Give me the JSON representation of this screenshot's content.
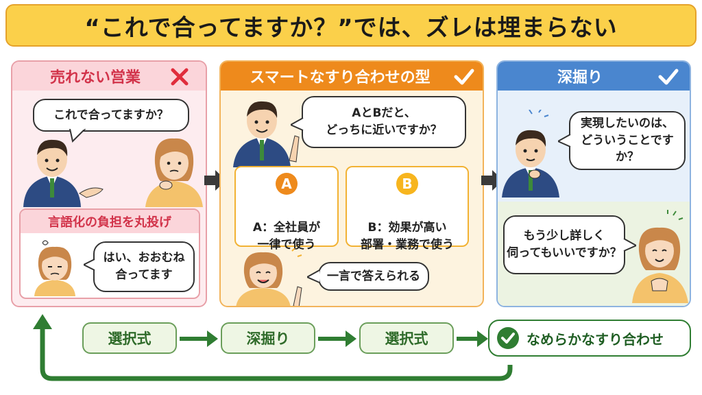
{
  "title": "“これで合ってますか？”では、ズレは埋まらない",
  "left_panel": {
    "header": "売れない営業",
    "status_icon": "cross-icon",
    "bubble": "これで合ってますか？",
    "sub_header": "言語化の負担を丸投げ",
    "reply": "はい、おおむね\n合ってます"
  },
  "middle_panel": {
    "header": "スマートなすり合わせの型",
    "status_icon": "check-icon",
    "question": "AとBだと、\nどっちに近いですか？",
    "option_a": {
      "letter": "A",
      "text": "A：全社員が\n一律で使う"
    },
    "option_b": {
      "letter": "B",
      "text": "B：効果が高い\n部署・業務で使う"
    },
    "answer": "一言で答えられる"
  },
  "right_panel": {
    "header": "深掘り",
    "status_icon": "check-icon",
    "question1": "実現したいのは、\nどういうことですか？",
    "question2": "もう少し詳しく\n伺ってもいいですか？"
  },
  "flow": {
    "step1": "選択式",
    "step2": "深掘り",
    "step3": "選択式",
    "result": "なめらかなすり合わせ"
  },
  "colors": {
    "left_accent": "#e0707a",
    "middle_accent": "#ee8a1c",
    "right_accent": "#4a86cf",
    "flow_green": "#2f7d32"
  }
}
